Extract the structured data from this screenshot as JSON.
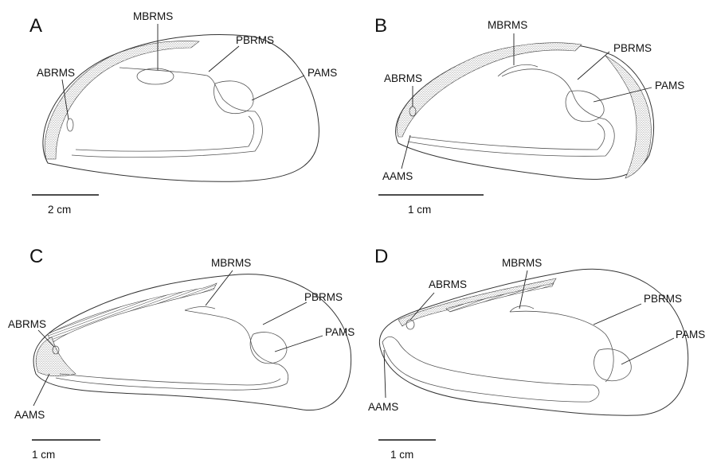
{
  "panels": [
    {
      "letter": "A",
      "labels": {
        "MBRMS": "MBRMS",
        "PBRMS": "PBRMS",
        "ABRMS": "ABRMS",
        "PAMS": "PAMS"
      },
      "scale": "2 cm"
    },
    {
      "letter": "B",
      "labels": {
        "MBRMS": "MBRMS",
        "PBRMS": "PBRMS",
        "ABRMS": "ABRMS",
        "PAMS": "PAMS",
        "AAMS": "AAMS"
      },
      "scale": "1 cm"
    },
    {
      "letter": "C",
      "labels": {
        "MBRMS": "MBRMS",
        "PBRMS": "PBRMS",
        "ABRMS": "ABRMS",
        "PAMS": "PAMS",
        "AAMS": "AAMS"
      },
      "scale": "1 cm"
    },
    {
      "letter": "D",
      "labels": {
        "MBRMS": "MBRMS",
        "PBRMS": "PBRMS",
        "ABRMS": "ABRMS",
        "PAMS": "PAMS",
        "AAMS": "AAMS"
      },
      "scale": "1 cm"
    }
  ]
}
